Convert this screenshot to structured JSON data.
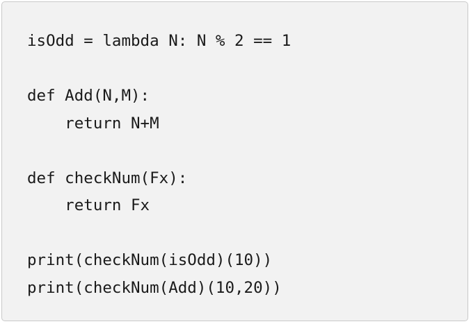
{
  "code": {
    "lines": [
      "isOdd = lambda N: N % 2 == 1",
      "",
      "def Add(N,M):",
      "    return N+M",
      "",
      "def checkNum(Fx):",
      "    return Fx",
      "",
      "print(checkNum(isOdd)(10))",
      "print(checkNum(Add)(10,20))"
    ]
  },
  "colors": {
    "panel_background": "#f2f2f2",
    "panel_border": "#c9c9c9",
    "text": "#1a1a1a"
  }
}
